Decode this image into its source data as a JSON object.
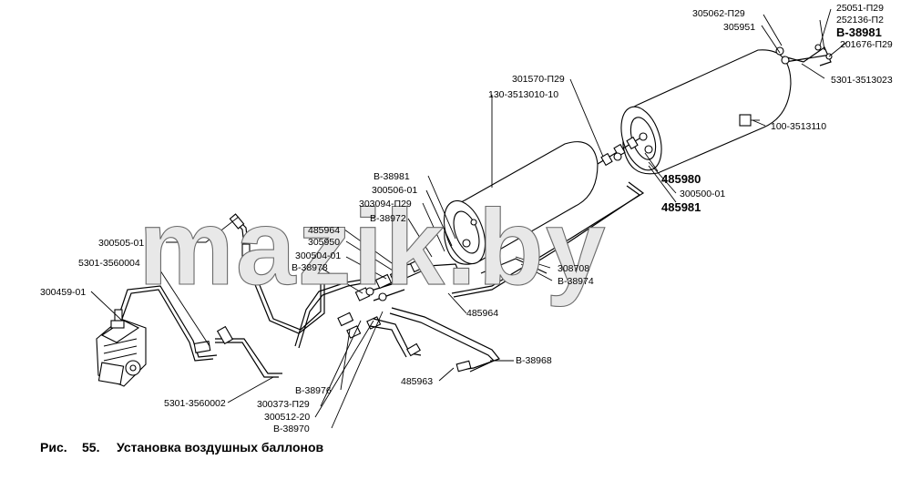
{
  "figure": {
    "caption_prefix": "Рис.",
    "caption_number": "55.",
    "caption_title": "Установка воздушных баллонов",
    "watermark": "mazik.by"
  },
  "labels": {
    "l01": "25051-П29",
    "l02": "305062-П29",
    "l03": "252136-П2",
    "l04": "305951",
    "l05": "В-38981",
    "l06": "201676-П29",
    "l07": "5301-3513023",
    "l08": "301570-П29",
    "l09": "130-3513010-10",
    "l10": "100-3513110",
    "l11": "В-38981",
    "l12": "485980",
    "l13": "300506-01",
    "l14": "300500-01",
    "l15": "303094-П29",
    "l16": "485981",
    "l17": "В-38972",
    "l18": "485964",
    "l19": "305950",
    "l20": "300505-01",
    "l21": "300504-01",
    "l22": "5301-3560004",
    "l23": "В-38978",
    "l24": "308708",
    "l25": "В-38974",
    "l26": "300459-01",
    "l27": "485964",
    "l28": "В-38968",
    "l29": "485963",
    "l30": "В-38976",
    "l31": "5301-3560002",
    "l32": "300373-П29",
    "l33": "300512-20",
    "l34": "В-38970"
  }
}
